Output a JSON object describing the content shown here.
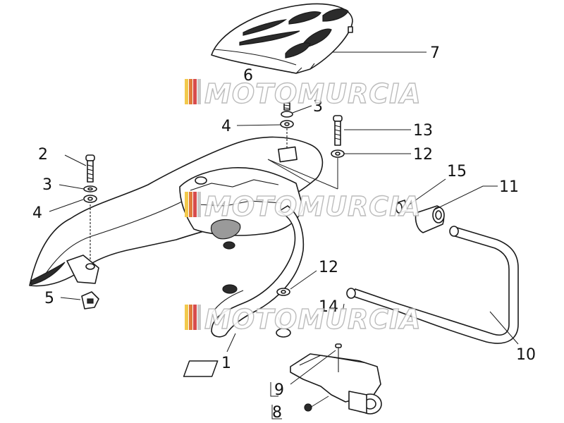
{
  "watermark": {
    "text": "MOTOMURCIA",
    "stripe_colors": [
      "#f2c94c",
      "#e07a3a",
      "#d84c4c",
      "#c9c9c9"
    ]
  },
  "callouts": {
    "c1": "1",
    "c2": "2",
    "c3a": "3",
    "c3b": "3",
    "c4a": "4",
    "c4b": "4",
    "c5": "5",
    "c6": "6",
    "c7": "7",
    "c8": "8",
    "c9": "9",
    "c10": "10",
    "c11": "11",
    "c12a": "12",
    "c12b": "12",
    "c13": "13",
    "c14": "14",
    "c15": "15"
  },
  "colors": {
    "line": "#1a1a1a",
    "background": "#ffffff"
  }
}
